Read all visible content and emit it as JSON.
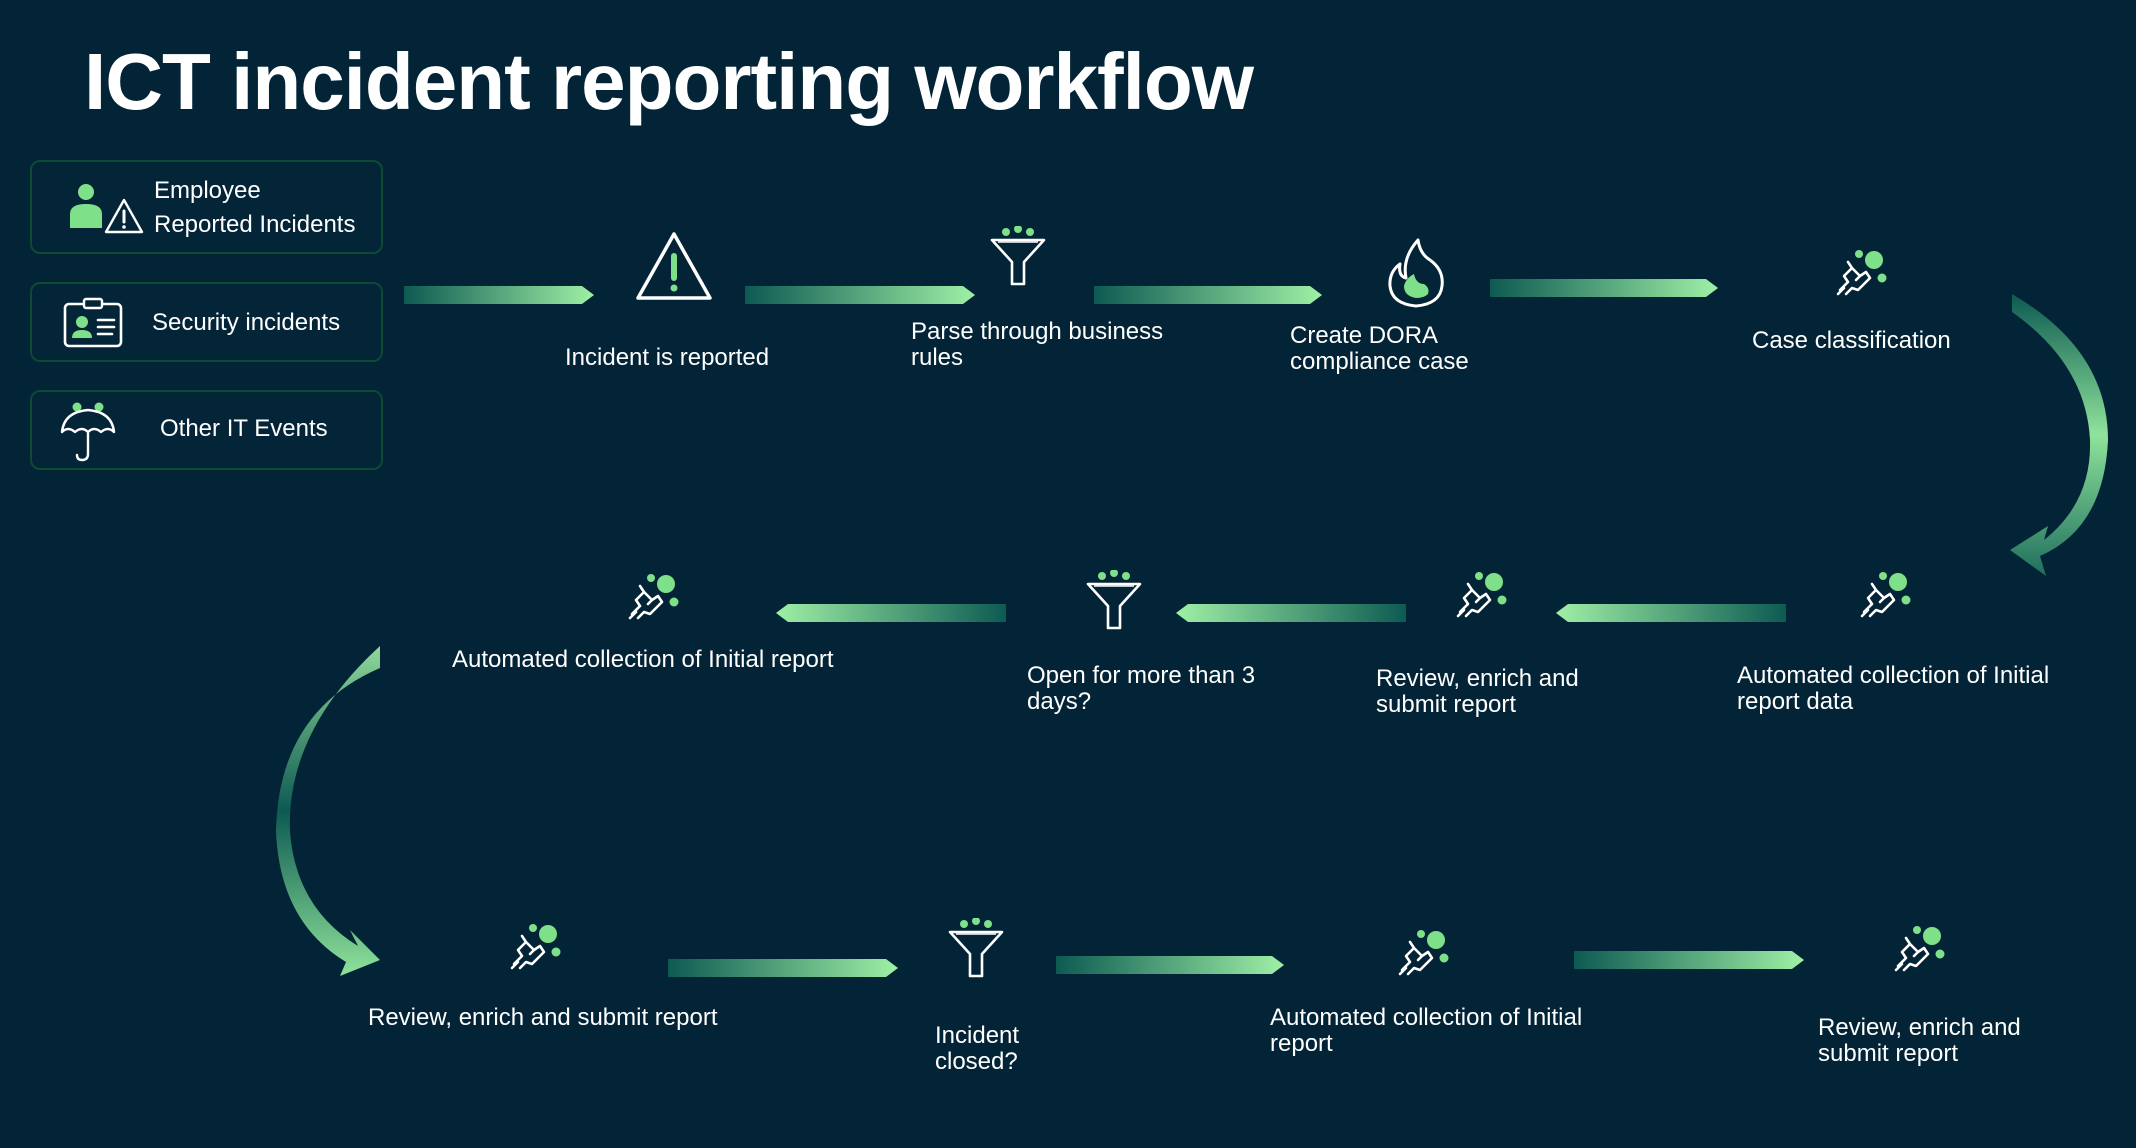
{
  "title": "ICT incident reporting workflow",
  "colors": {
    "background": "#032436",
    "accent_green": "#7fe08a",
    "border_green": "#0c4a34",
    "arrow_dark": "#0d5a52",
    "arrow_light": "#9ff0a6"
  },
  "sources": [
    {
      "label_line1": "Employee",
      "label_line2": "Reported Incidents",
      "icon": "person-warning-icon"
    },
    {
      "label": "Security incidents",
      "icon": "id-card-icon"
    },
    {
      "label": "Other IT Events",
      "icon": "umbrella-icon"
    }
  ],
  "row1": [
    {
      "label": "Incident is reported",
      "icon": "warning-triangle-icon"
    },
    {
      "label_line1": "Parse through business",
      "label_line2": "rules",
      "icon": "funnel-icon"
    },
    {
      "label_line1": "Create DORA",
      "label_line2": "compliance case",
      "icon": "flame-icon"
    },
    {
      "label": "Case classification",
      "icon": "robot-hand-icon"
    }
  ],
  "row2": [
    {
      "label_line1": "Automated collection of Initial",
      "label_line2": "report data",
      "icon": "robot-hand-icon"
    },
    {
      "label_line1": "Review, enrich and",
      "label_line2": "submit report",
      "icon": "robot-hand-icon"
    },
    {
      "label_line1": "Open for more than 3",
      "label_line2": "days?",
      "icon": "funnel-icon"
    },
    {
      "label": "Automated collection of Initial report",
      "icon": "robot-hand-icon"
    }
  ],
  "row3": [
    {
      "label": "Review, enrich and submit report",
      "icon": "robot-hand-icon"
    },
    {
      "label_line1": "Incident",
      "label_line2": "closed?",
      "icon": "funnel-icon"
    },
    {
      "label_line1": "Automated collection of Initial",
      "label_line2": "report",
      "icon": "robot-hand-icon"
    },
    {
      "label_line1": "Review, enrich and",
      "label_line2": "submit report",
      "icon": "robot-hand-icon"
    }
  ]
}
